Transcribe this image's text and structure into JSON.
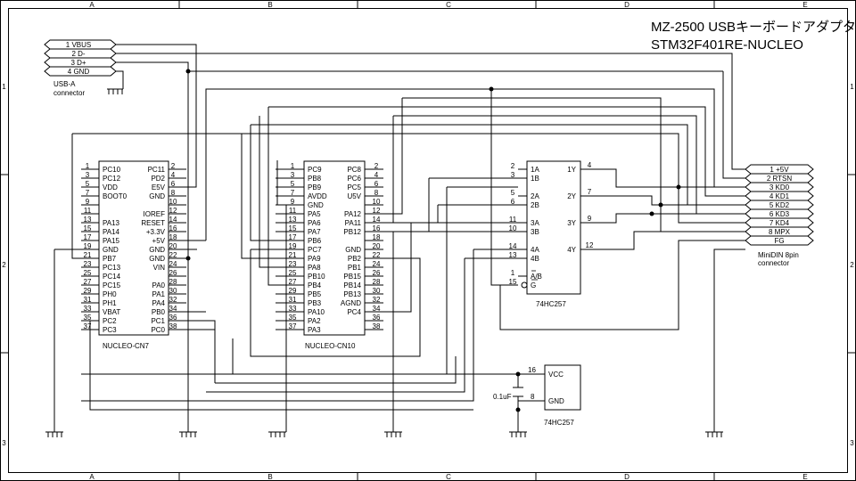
{
  "title": {
    "line1": "MZ-2500 USBキーボードアダプタ",
    "line2": "STM32F401RE-NUCLEO"
  },
  "border": {
    "cols": [
      "A",
      "B",
      "C",
      "D",
      "E"
    ],
    "rows": [
      "1",
      "2",
      "3"
    ]
  },
  "usb": {
    "pins": [
      "1 VBUS",
      "2 D-",
      "3 D+",
      "4 GND"
    ],
    "label_line1": "USB-A",
    "label_line2": "connector"
  },
  "din": {
    "pins": [
      "1 +5V",
      "2 RTSN",
      "3 KD0",
      "4 KD1",
      "5 KD2",
      "6 KD3",
      "7 KD4",
      "8 MPX",
      "FG"
    ],
    "label_line1": "MiniDIN 8pin",
    "label_line2": "connector"
  },
  "cn7": {
    "name": "NUCLEO-CN7",
    "left_nums": [
      "1",
      "3",
      "5",
      "7",
      "9",
      "11",
      "13",
      "15",
      "17",
      "19",
      "21",
      "23",
      "25",
      "27",
      "29",
      "31",
      "33",
      "35",
      "37"
    ],
    "left_labels": [
      "PC10",
      "PC12",
      "VDD",
      "BOOT0",
      "",
      "",
      "PA13",
      "PA14",
      "PA15",
      "GND",
      "PB7",
      "PC13",
      "PC14",
      "PC15",
      "PH0",
      "PH1",
      "VBAT",
      "PC2",
      "PC3"
    ],
    "right_nums": [
      "2",
      "4",
      "6",
      "8",
      "10",
      "12",
      "14",
      "16",
      "18",
      "20",
      "22",
      "24",
      "26",
      "28",
      "30",
      "32",
      "34",
      "36",
      "38"
    ],
    "right_labels": [
      "PC11",
      "PD2",
      "E5V",
      "GND",
      "",
      "IOREF",
      "RESET",
      "+3.3V",
      "+5V",
      "GND",
      "GND",
      "VIN",
      "",
      "PA0",
      "PA1",
      "PA4",
      "PB0",
      "PC1",
      "PC0"
    ]
  },
  "cn10": {
    "name": "NUCLEO-CN10",
    "left_nums": [
      "1",
      "3",
      "5",
      "7",
      "9",
      "11",
      "13",
      "15",
      "17",
      "19",
      "21",
      "23",
      "25",
      "27",
      "29",
      "31",
      "33",
      "35",
      "37"
    ],
    "left_labels": [
      "PC9",
      "PB8",
      "PB9",
      "AVDD",
      "GND",
      "PA5",
      "PA6",
      "PA7",
      "PB6",
      "PC7",
      "PA9",
      "PA8",
      "PB10",
      "PB4",
      "PB5",
      "PB3",
      "PA10",
      "PA2",
      "PA3"
    ],
    "right_nums": [
      "2",
      "4",
      "6",
      "8",
      "10",
      "12",
      "14",
      "16",
      "18",
      "20",
      "22",
      "24",
      "26",
      "28",
      "30",
      "32",
      "34",
      "36",
      "38"
    ],
    "right_labels": [
      "PC8",
      "PC6",
      "PC5",
      "U5V",
      "",
      "PA12",
      "PA11",
      "PB12",
      "",
      "GND",
      "PB2",
      "PB1",
      "PB15",
      "PB14",
      "PB13",
      "AGND",
      "PC4",
      "",
      ""
    ]
  },
  "ic": {
    "name": "74HC257",
    "left_pins": [
      "2",
      "3",
      "5",
      "6",
      "11",
      "10",
      "14",
      "13",
      "1",
      "15"
    ],
    "left_labels": [
      "1A",
      "1B",
      "2A",
      "2B",
      "3A",
      "3B",
      "4A",
      "4B",
      "A/B",
      "G"
    ],
    "right_pins": [
      "4",
      "7",
      "9",
      "12"
    ],
    "right_labels": [
      "1Y",
      "2Y",
      "3Y",
      "4Y"
    ]
  },
  "power": {
    "name": "74HC257",
    "vcc_pin": "16",
    "vcc_label": "VCC",
    "gnd_pin": "8",
    "gnd_label": "GND",
    "cap_label": "0.1uF"
  }
}
